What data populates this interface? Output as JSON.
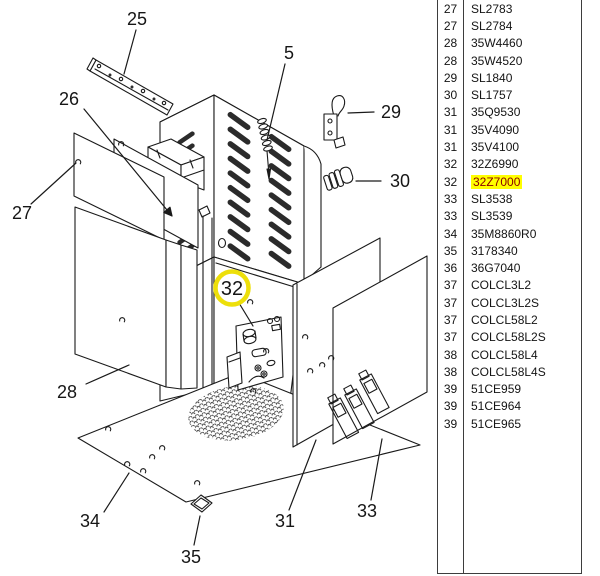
{
  "diagram": {
    "callouts": {
      "c5": {
        "label": "5"
      },
      "c25": {
        "label": "25"
      },
      "c26": {
        "label": "26"
      },
      "c27": {
        "label": "27"
      },
      "c28": {
        "label": "28"
      },
      "c29": {
        "label": "29"
      },
      "c30": {
        "label": "30"
      },
      "c31": {
        "label": "31"
      },
      "c32": {
        "label": "32"
      },
      "c33": {
        "label": "33"
      },
      "c34": {
        "label": "34"
      },
      "c35": {
        "label": "35"
      }
    },
    "highlight": {
      "callout": "32",
      "ring_color": "#EDDF0A"
    }
  },
  "parts_table": {
    "columns": [
      "item",
      "part_number"
    ],
    "highlight_bg": "#FFFF00",
    "highlight_text": "#8B0000",
    "rows": [
      {
        "item": "27",
        "part": "SL2783"
      },
      {
        "item": "27",
        "part": "SL2784"
      },
      {
        "item": "28",
        "part": "35W4460"
      },
      {
        "item": "28",
        "part": "35W4520"
      },
      {
        "item": "29",
        "part": "SL1840"
      },
      {
        "item": "30",
        "part": "SL1757"
      },
      {
        "item": "31",
        "part": "35Q9530"
      },
      {
        "item": "31",
        "part": "35V4090"
      },
      {
        "item": "31",
        "part": "35V4100"
      },
      {
        "item": "32",
        "part": "32Z6990"
      },
      {
        "item": "32",
        "part": "32Z7000",
        "highlight": true
      },
      {
        "item": "33",
        "part": "SL3538"
      },
      {
        "item": "33",
        "part": "SL3539"
      },
      {
        "item": "34",
        "part": "35M8860R0"
      },
      {
        "item": "35",
        "part": "3178340"
      },
      {
        "item": "36",
        "part": "36G7040"
      },
      {
        "item": "37",
        "part": "COLCL3L2"
      },
      {
        "item": "37",
        "part": "COLCL3L2S"
      },
      {
        "item": "37",
        "part": "COLCL58L2"
      },
      {
        "item": "37",
        "part": "COLCL58L2S"
      },
      {
        "item": "38",
        "part": "COLCL58L4"
      },
      {
        "item": "38",
        "part": "COLCL58L4S"
      },
      {
        "item": "39",
        "part": "51CE959"
      },
      {
        "item": "39",
        "part": "51CE964"
      },
      {
        "item": "39",
        "part": "51CE965"
      }
    ]
  }
}
